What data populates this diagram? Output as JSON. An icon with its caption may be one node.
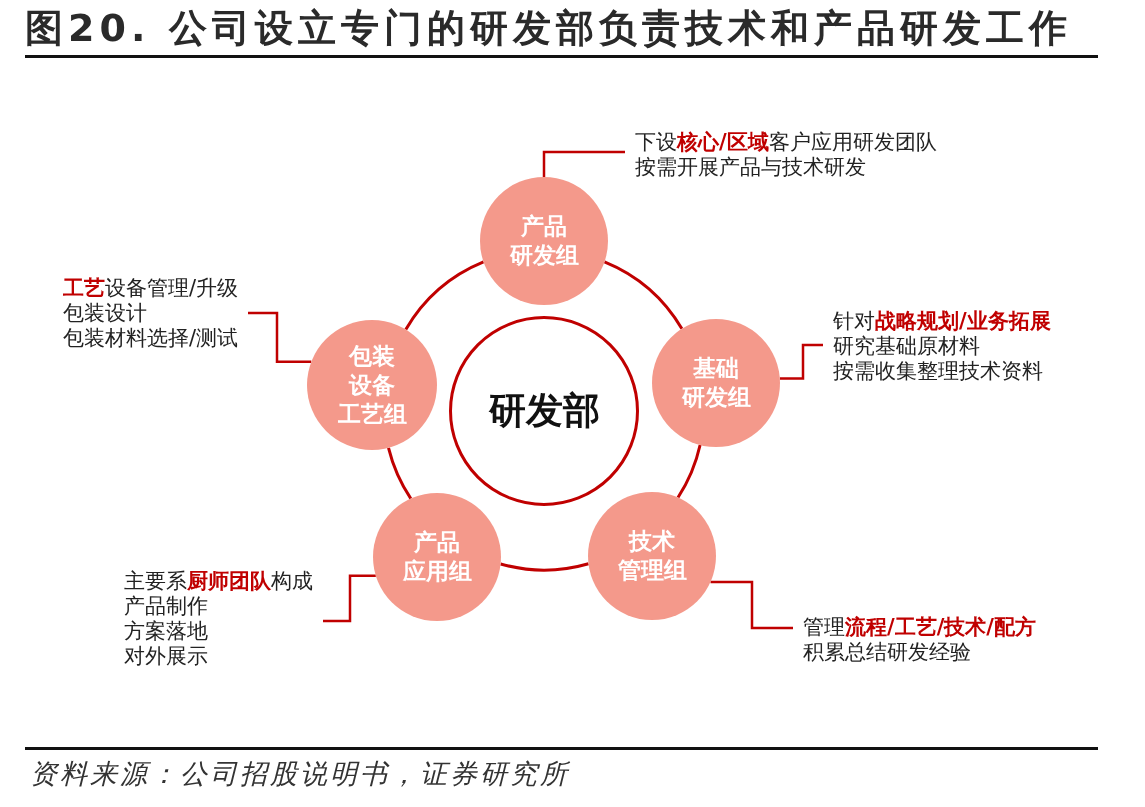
{
  "diagram": {
    "title": "图20. 公司设立专门的研发部负责技术和产品研发工作",
    "caption": "资料来源：公司招股说明书，证券研究所",
    "nodes": [
      {
        "text": [
          "研发部"
        ]
      },
      {
        "text": [
          "产品研发组"
        ]
      },
      {
        "text": [
          "基础研发组"
        ]
      },
      {
        "text": [
          "技术管理组"
        ]
      },
      {
        "text": [
          "产品应用组"
        ]
      },
      {
        "text": [
          "包装设备工艺组"
        ]
      },
      {
        "text": [
          "下设**核心/区域**客户应用研发团队",
          "按需开展产品与技术研发"
        ]
      },
      {
        "text": [
          "针对**战略规划/业务拓展**",
          "研究基础原材料",
          "按需收集整理技术资料"
        ]
      },
      {
        "text": [
          "管理**流程/工艺/技术/配方**",
          "积累总结研发经验"
        ]
      },
      {
        "text": [
          "主要系**厨师团队**构成",
          "产品制作",
          "方案落地",
          "对外展示"
        ]
      },
      {
        "text": [
          "**工艺**设备管理/升级",
          "包装设计",
          "包装材料选择/测试"
        ]
      }
    ],
    "edges": [
      {
        "from": 1,
        "to": 2,
        "arrow": "none"
      },
      {
        "from": 2,
        "to": 3,
        "arrow": "none"
      },
      {
        "from": 3,
        "to": 4,
        "arrow": "none"
      },
      {
        "from": 4,
        "to": 5,
        "arrow": "none"
      },
      {
        "from": 5,
        "to": 1,
        "arrow": "none"
      },
      {
        "from": 6,
        "to": 1,
        "arrow": "none"
      },
      {
        "from": 7,
        "to": 2,
        "arrow": "none"
      },
      {
        "from": 8,
        "to": 3,
        "arrow": "none"
      },
      {
        "from": 9,
        "to": 4,
        "arrow": "none"
      },
      {
        "from": 10,
        "to": 5,
        "arrow": "none"
      }
    ]
  }
}
